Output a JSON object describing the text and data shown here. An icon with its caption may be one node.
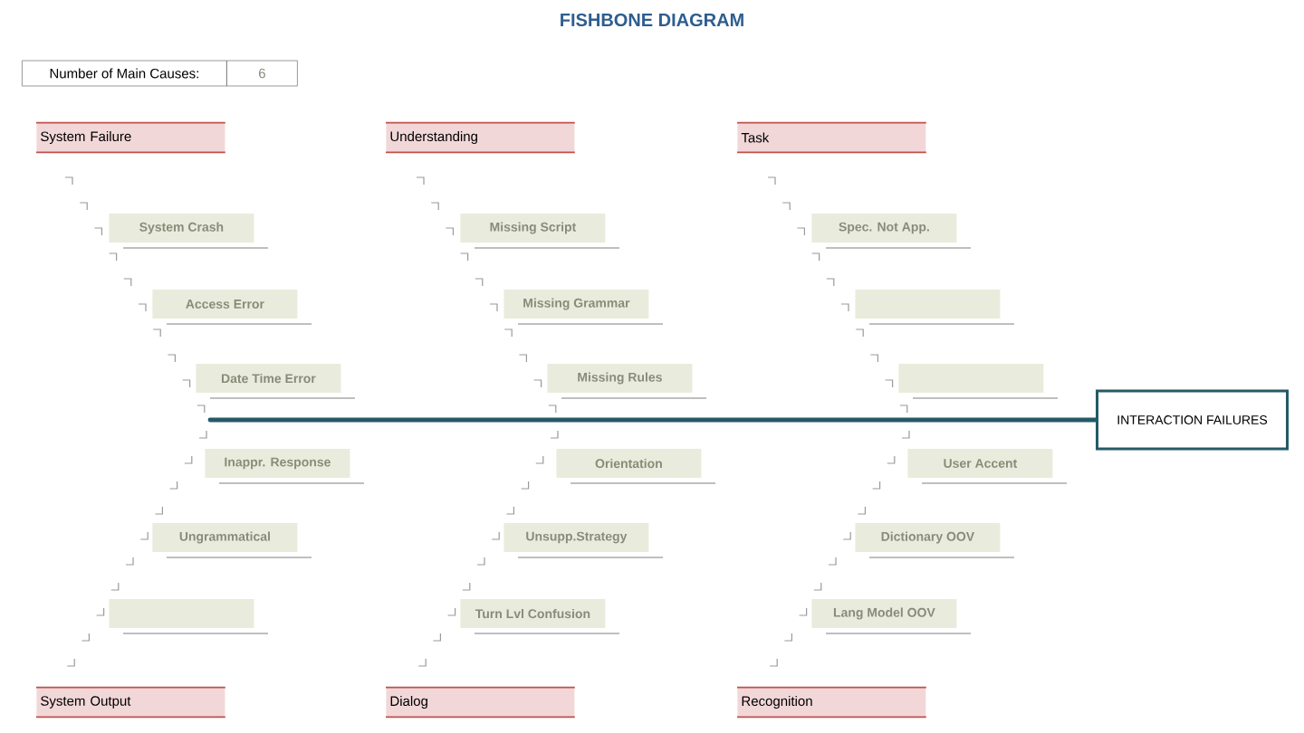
{
  "diagram": {
    "title": "FISHBONE DIAGRAM",
    "nodes": [
      {
        "text": [
          "System Failure"
        ]
      },
      {
        "text": [
          "Understanding"
        ]
      },
      {
        "text": [
          "Task"
        ]
      },
      {
        "text": [
          "System Crash"
        ]
      },
      {
        "text": [
          "Missing Script"
        ]
      },
      {
        "text": [
          "Spec. Not App."
        ]
      },
      {
        "text": [
          "Access Error"
        ]
      },
      {
        "text": [
          "Missing Grammar"
        ]
      },
      {
        "text": [],
        "shape": "box"
      },
      {
        "text": [
          "Date Time Error"
        ]
      },
      {
        "text": [
          "Missing Rules"
        ]
      },
      {
        "text": [],
        "shape": "box"
      },
      {
        "text": [
          "INTERACTION FAILURES"
        ]
      },
      {
        "text": [
          "Inappr. Response"
        ]
      },
      {
        "text": [
          "Orientation"
        ]
      },
      {
        "text": [
          "User Accent"
        ]
      },
      {
        "text": [
          "Ungrammatical"
        ]
      },
      {
        "text": [
          "Unsupp.Strategy"
        ]
      },
      {
        "text": [
          "Dictionary OOV"
        ]
      },
      {
        "text": [],
        "shape": "box"
      },
      {
        "text": [
          "Turn Lvl Confusion"
        ]
      },
      {
        "text": [
          "Lang Model OOV"
        ]
      },
      {
        "text": [
          "System Output"
        ]
      },
      {
        "text": [
          "Dialog"
        ]
      },
      {
        "text": [
          "Recognition"
        ]
      }
    ],
    "edges": [
      {
        "from": 9,
        "to": 12,
        "arrow": "none"
      }
    ],
    "labels": [
      "Number of Main Causes:",
      "6"
    ]
  }
}
